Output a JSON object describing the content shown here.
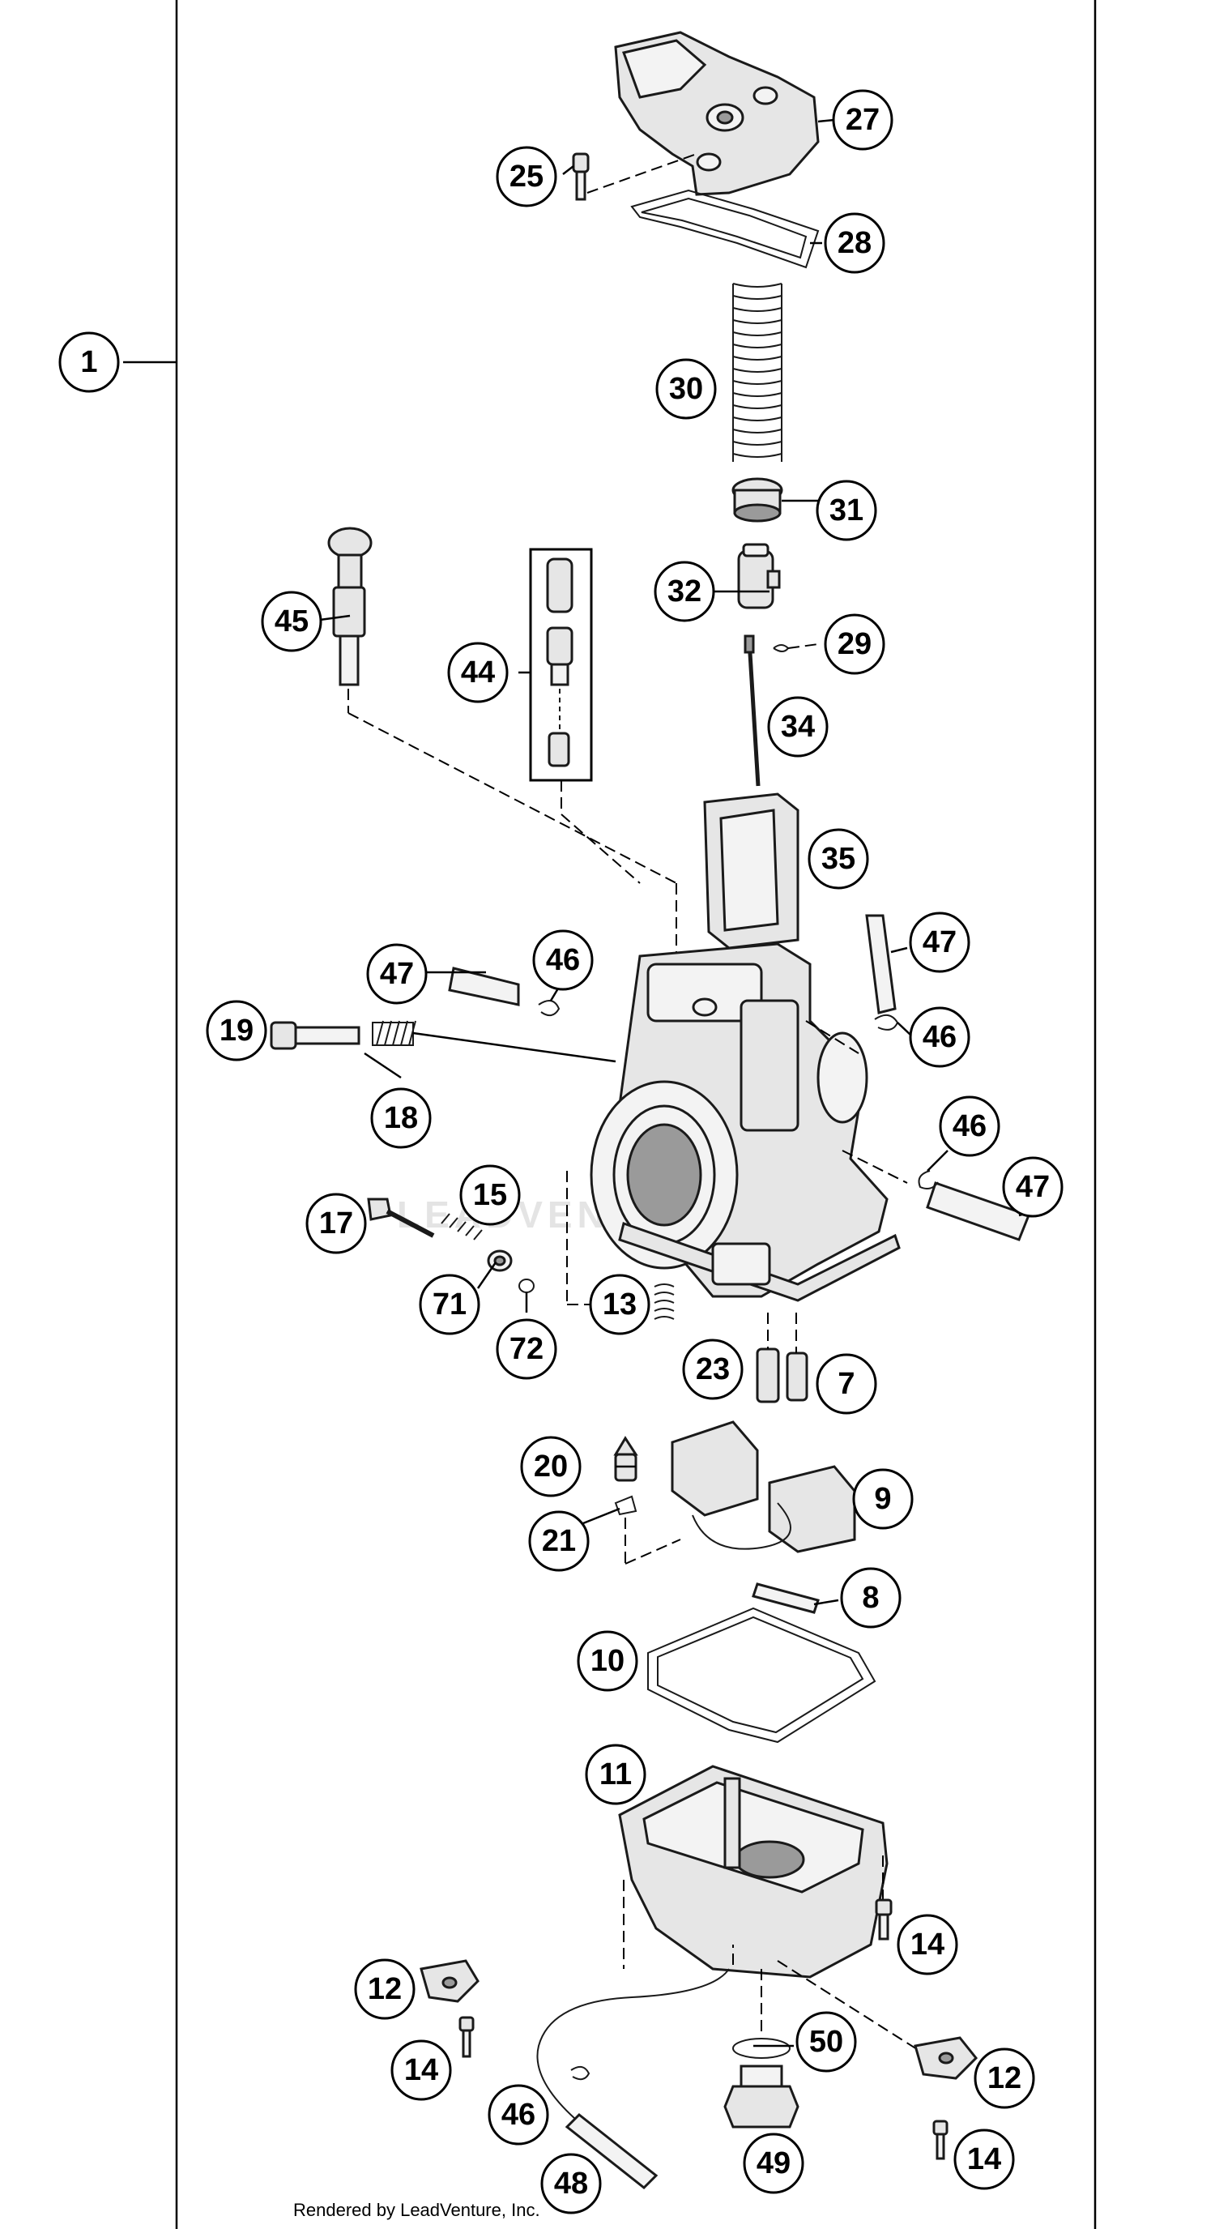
{
  "assembly": {
    "callout": "1"
  },
  "callouts": {
    "c25": "25",
    "c27": "27",
    "c28": "28",
    "c30": "30",
    "c31": "31",
    "c32": "32",
    "c29": "29",
    "c34": "34",
    "c35": "35",
    "c45": "45",
    "c44": "44",
    "c47a": "47",
    "c46a": "46",
    "c47b": "47",
    "c46b": "46",
    "c19": "19",
    "c18": "18",
    "c46c": "46",
    "c47c": "47",
    "c17": "17",
    "c15": "15",
    "c71": "71",
    "c72": "72",
    "c13": "13",
    "c23": "23",
    "c7": "7",
    "c20": "20",
    "c9": "9",
    "c21": "21",
    "c8": "8",
    "c10": "10",
    "c11": "11",
    "c14a": "14",
    "c12a": "12",
    "c14b": "14",
    "c50": "50",
    "c12b": "12",
    "c46d": "46",
    "c49": "49",
    "c14c": "14",
    "c48": "48"
  },
  "watermark": "LEADVENTURE",
  "credit": "Rendered by LeadVenture, Inc."
}
